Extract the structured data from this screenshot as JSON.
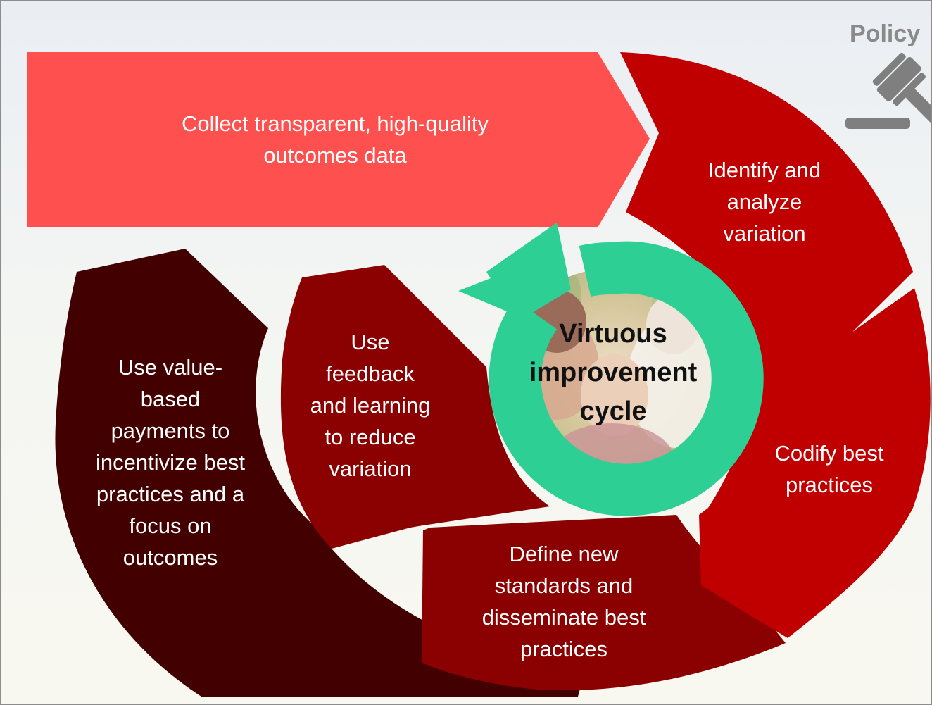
{
  "policy": {
    "label": "Policy",
    "icon": "gavel-icon",
    "color": "#7f7f7f"
  },
  "center": {
    "title": "Virtuous\nimprovement\ncycle",
    "ring_color": "#2ecf94",
    "image": "family-photo"
  },
  "steps": [
    {
      "id": "collect",
      "label": "Collect transparent, high-quality\noutcomes data",
      "color": "#ff5050"
    },
    {
      "id": "identify",
      "label": "Identify and\nanalyze\nvariation",
      "color": "#c00000"
    },
    {
      "id": "codify",
      "label": "Codify best\npractices",
      "color": "#c00000"
    },
    {
      "id": "define",
      "label": "Define new\nstandards and\ndisseminate best\npractices",
      "color": "#8b0000"
    },
    {
      "id": "feedback",
      "label": "Use\nfeedback\nand learning\nto reduce\nvariation",
      "color": "#8b0000"
    },
    {
      "id": "payments",
      "label": "Use value-\nbased\npayments to\nincentivize best\npractices and a\nfocus on\noutcomes",
      "color": "#420000"
    }
  ]
}
